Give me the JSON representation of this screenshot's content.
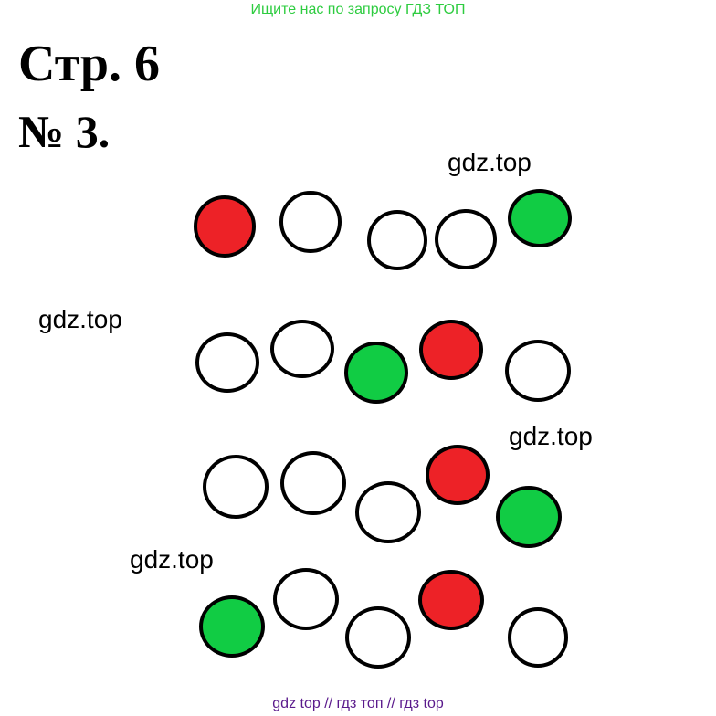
{
  "banner": {
    "text": "Ищите нас по запросу ГДЗ ТОП",
    "color": "#2ecc40"
  },
  "page_title": "Стр. 6",
  "task_number": "№ 3.",
  "watermarks": [
    "gdz.top",
    "gdz.top",
    "gdz.top",
    "gdz.top"
  ],
  "colors": {
    "red": "#ed2227",
    "green": "#11cc44",
    "white": "#ffffff",
    "outline": "#000000"
  },
  "rows": [
    {
      "circles": [
        "red",
        "white",
        "white",
        "white",
        "green"
      ]
    },
    {
      "circles": [
        "white",
        "white",
        "green",
        "red",
        "white"
      ]
    },
    {
      "circles": [
        "white",
        "white",
        "white",
        "red",
        "green"
      ]
    },
    {
      "circles": [
        "green",
        "white",
        "white",
        "red",
        "white"
      ]
    }
  ],
  "footer": {
    "text": "gdz top  //  гдз топ  //  гдз top",
    "color": "#5a1a8c"
  }
}
